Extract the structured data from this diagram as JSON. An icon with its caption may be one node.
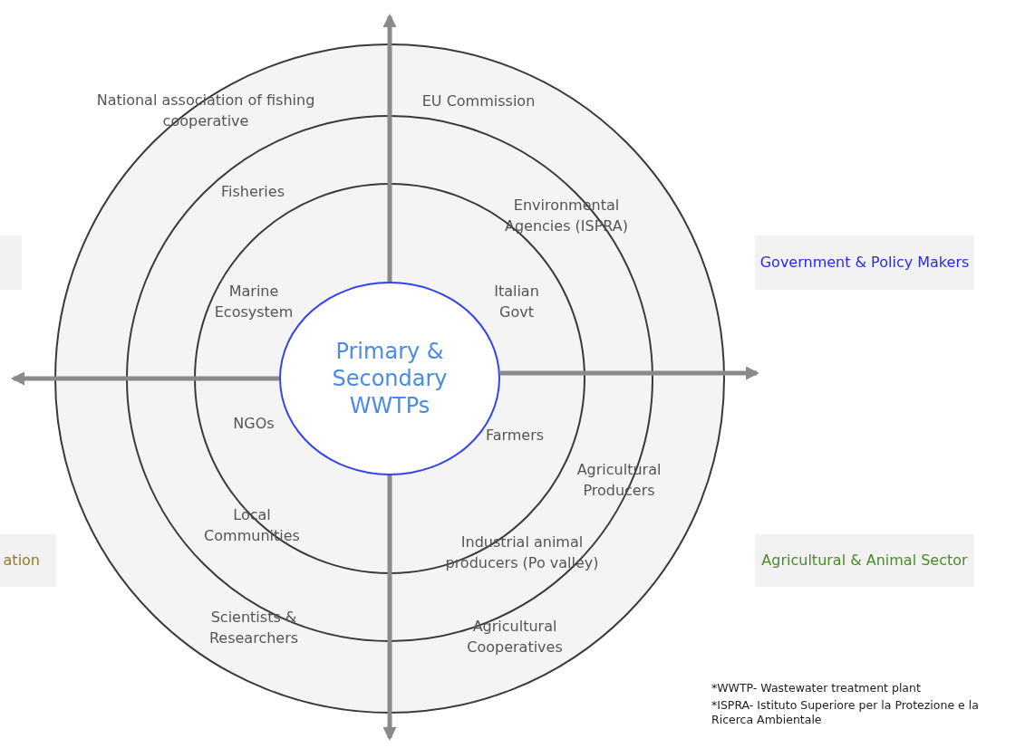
{
  "diagram": {
    "nodes": [
      {
        "text": [],
        "shape": "circle"
      },
      {
        "text": [],
        "shape": "circle",
        "in": 0
      },
      {
        "text": [],
        "shape": "circle",
        "in": 1
      },
      {
        "text": [
          "Primary & Secondary WWTPs"
        ],
        "in": 2
      },
      {
        "text": [],
        "shape": "box"
      },
      {
        "text": [
          "Government & Policy Makers"
        ]
      },
      {
        "text": [
          "ation"
        ]
      },
      {
        "text": [
          "Agricultural  & Animal Sector"
        ]
      }
    ],
    "edges": [
      {
        "from": 3,
        "to": null,
        "arrow": "to"
      },
      {
        "from": 3,
        "to": null,
        "arrow": "to"
      },
      {
        "from": 3,
        "to": null,
        "arrow": "to"
      },
      {
        "from": 3,
        "to": null,
        "arrow": "to"
      }
    ],
    "labels": [
      "EU Commission",
      "National association of fishing cooperative",
      "Fisheries",
      "Environmental Agencies (ISPRA)",
      "Marine Ecosystem",
      "Italian Govt",
      "NGOs",
      "Farmers",
      "Agricultural Producers",
      "Local Communities",
      "Industrial animal producers (Po valley)",
      "Scientists & Researchers",
      "Agricultural Cooperatives",
      "*WWTP- Wastewater treatment plant",
      "*ISPRA- Istituto Superiore per la Protezione e la Ricerca Ambientale"
    ]
  }
}
